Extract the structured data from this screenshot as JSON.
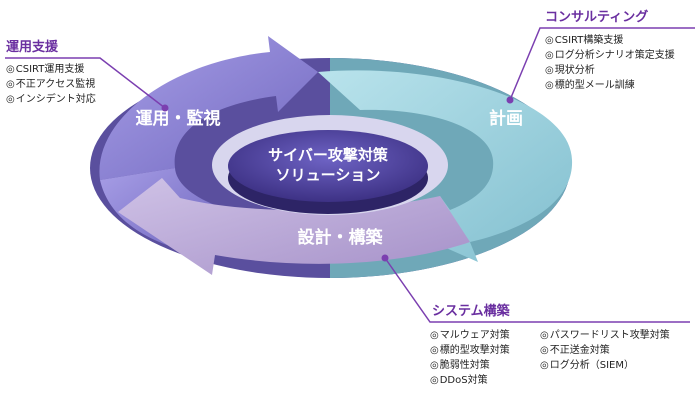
{
  "center": {
    "line1": "サイバー攻撃対策",
    "line2": "ソリューション"
  },
  "cycle": {
    "operate": "運用・監視",
    "plan": "計画",
    "build": "設計・構築"
  },
  "bullet_mark": "◎",
  "services": {
    "operations": {
      "title": "運用支援",
      "items": [
        "CSIRT運用支援",
        "不正アクセス監視",
        "インシデント対応"
      ]
    },
    "consulting": {
      "title": "コンサルティング",
      "items": [
        "CSIRT構築支援",
        "ログ分析シナリオ策定支援",
        "現状分析",
        "標的型メール訓練"
      ]
    },
    "system": {
      "title": "システム構築",
      "items_left": [
        "マルウェア対策",
        "標的型攻撃対策",
        "脆弱性対策",
        "DDoS対策"
      ],
      "items_right": [
        "パスワードリスト攻撃対策",
        "不正送金対策",
        "ログ分析（SIEM）"
      ]
    }
  },
  "colors": {
    "operate_arrow": "#8f88d8",
    "plan_arrow": "#9dd3de",
    "build_arrow": "#b8a6d6",
    "center": "#4a3f96",
    "accent": "#7b3fb0"
  }
}
